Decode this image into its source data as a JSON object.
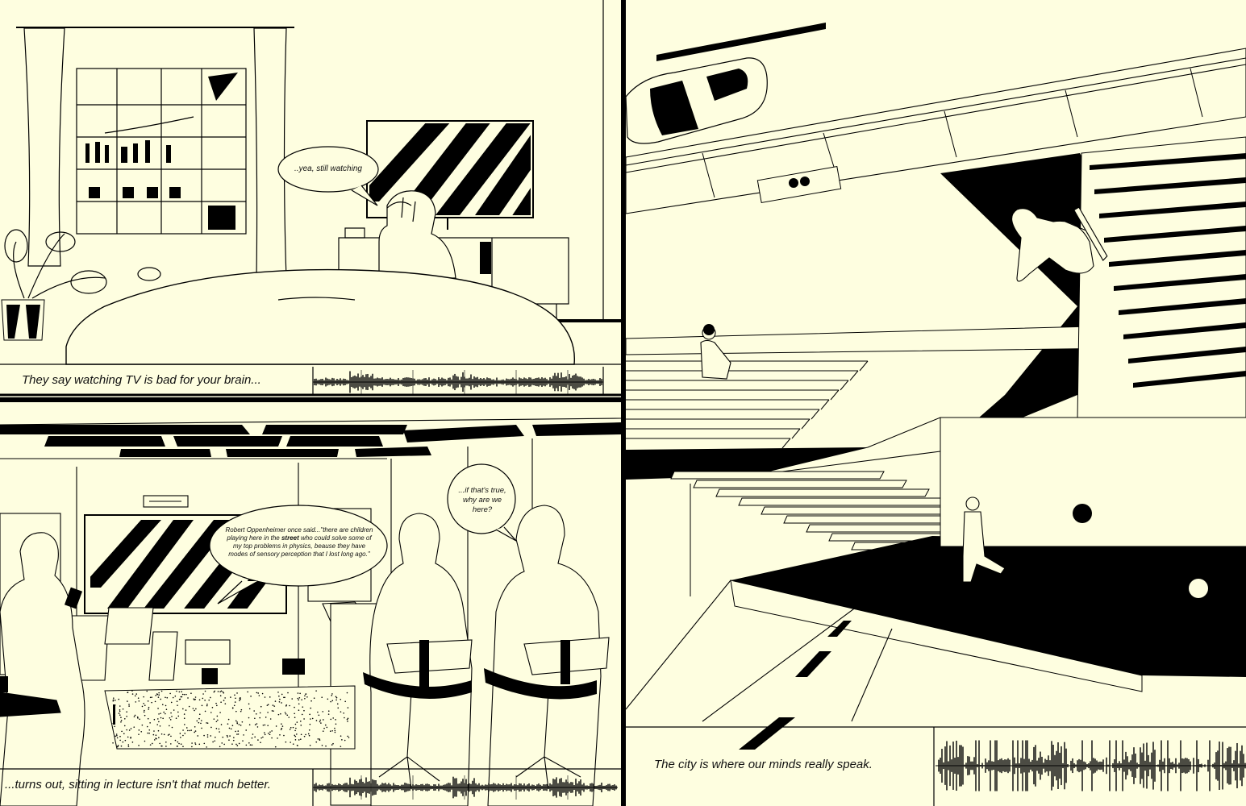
{
  "panel_tv": {
    "speech": "..yea, still watching",
    "caption": "They say watching TV is bad for your brain..."
  },
  "panel_lecture": {
    "quote_prefix": "Robert Oppenheimer once said...\"there are children playing here in the ",
    "quote_bold": "street",
    "quote_suffix": " who could solve some of my top problems in physics, beause they have modes of sensory perception that I lost long ago.\"",
    "speech": "...if that's true, why are we here?",
    "caption": "...turns out, sitting in lecture isn't that much better."
  },
  "panel_city": {
    "caption": "The city is where our minds really speak."
  },
  "colors": {
    "paper": "#fefee0",
    "ink": "#000000"
  },
  "icons": [
    "audio-waveform-icon"
  ]
}
